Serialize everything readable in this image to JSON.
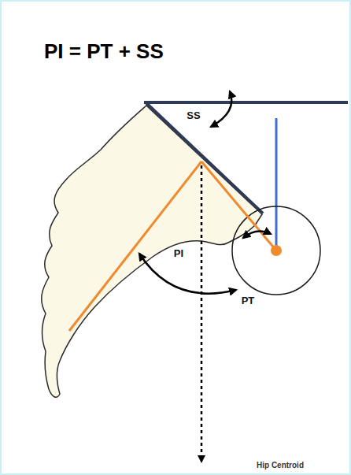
{
  "diagram": {
    "title": "PI = PT + SS",
    "labels": [
      "SS",
      "PI",
      "PT",
      "Hip Centroid"
    ]
  }
}
